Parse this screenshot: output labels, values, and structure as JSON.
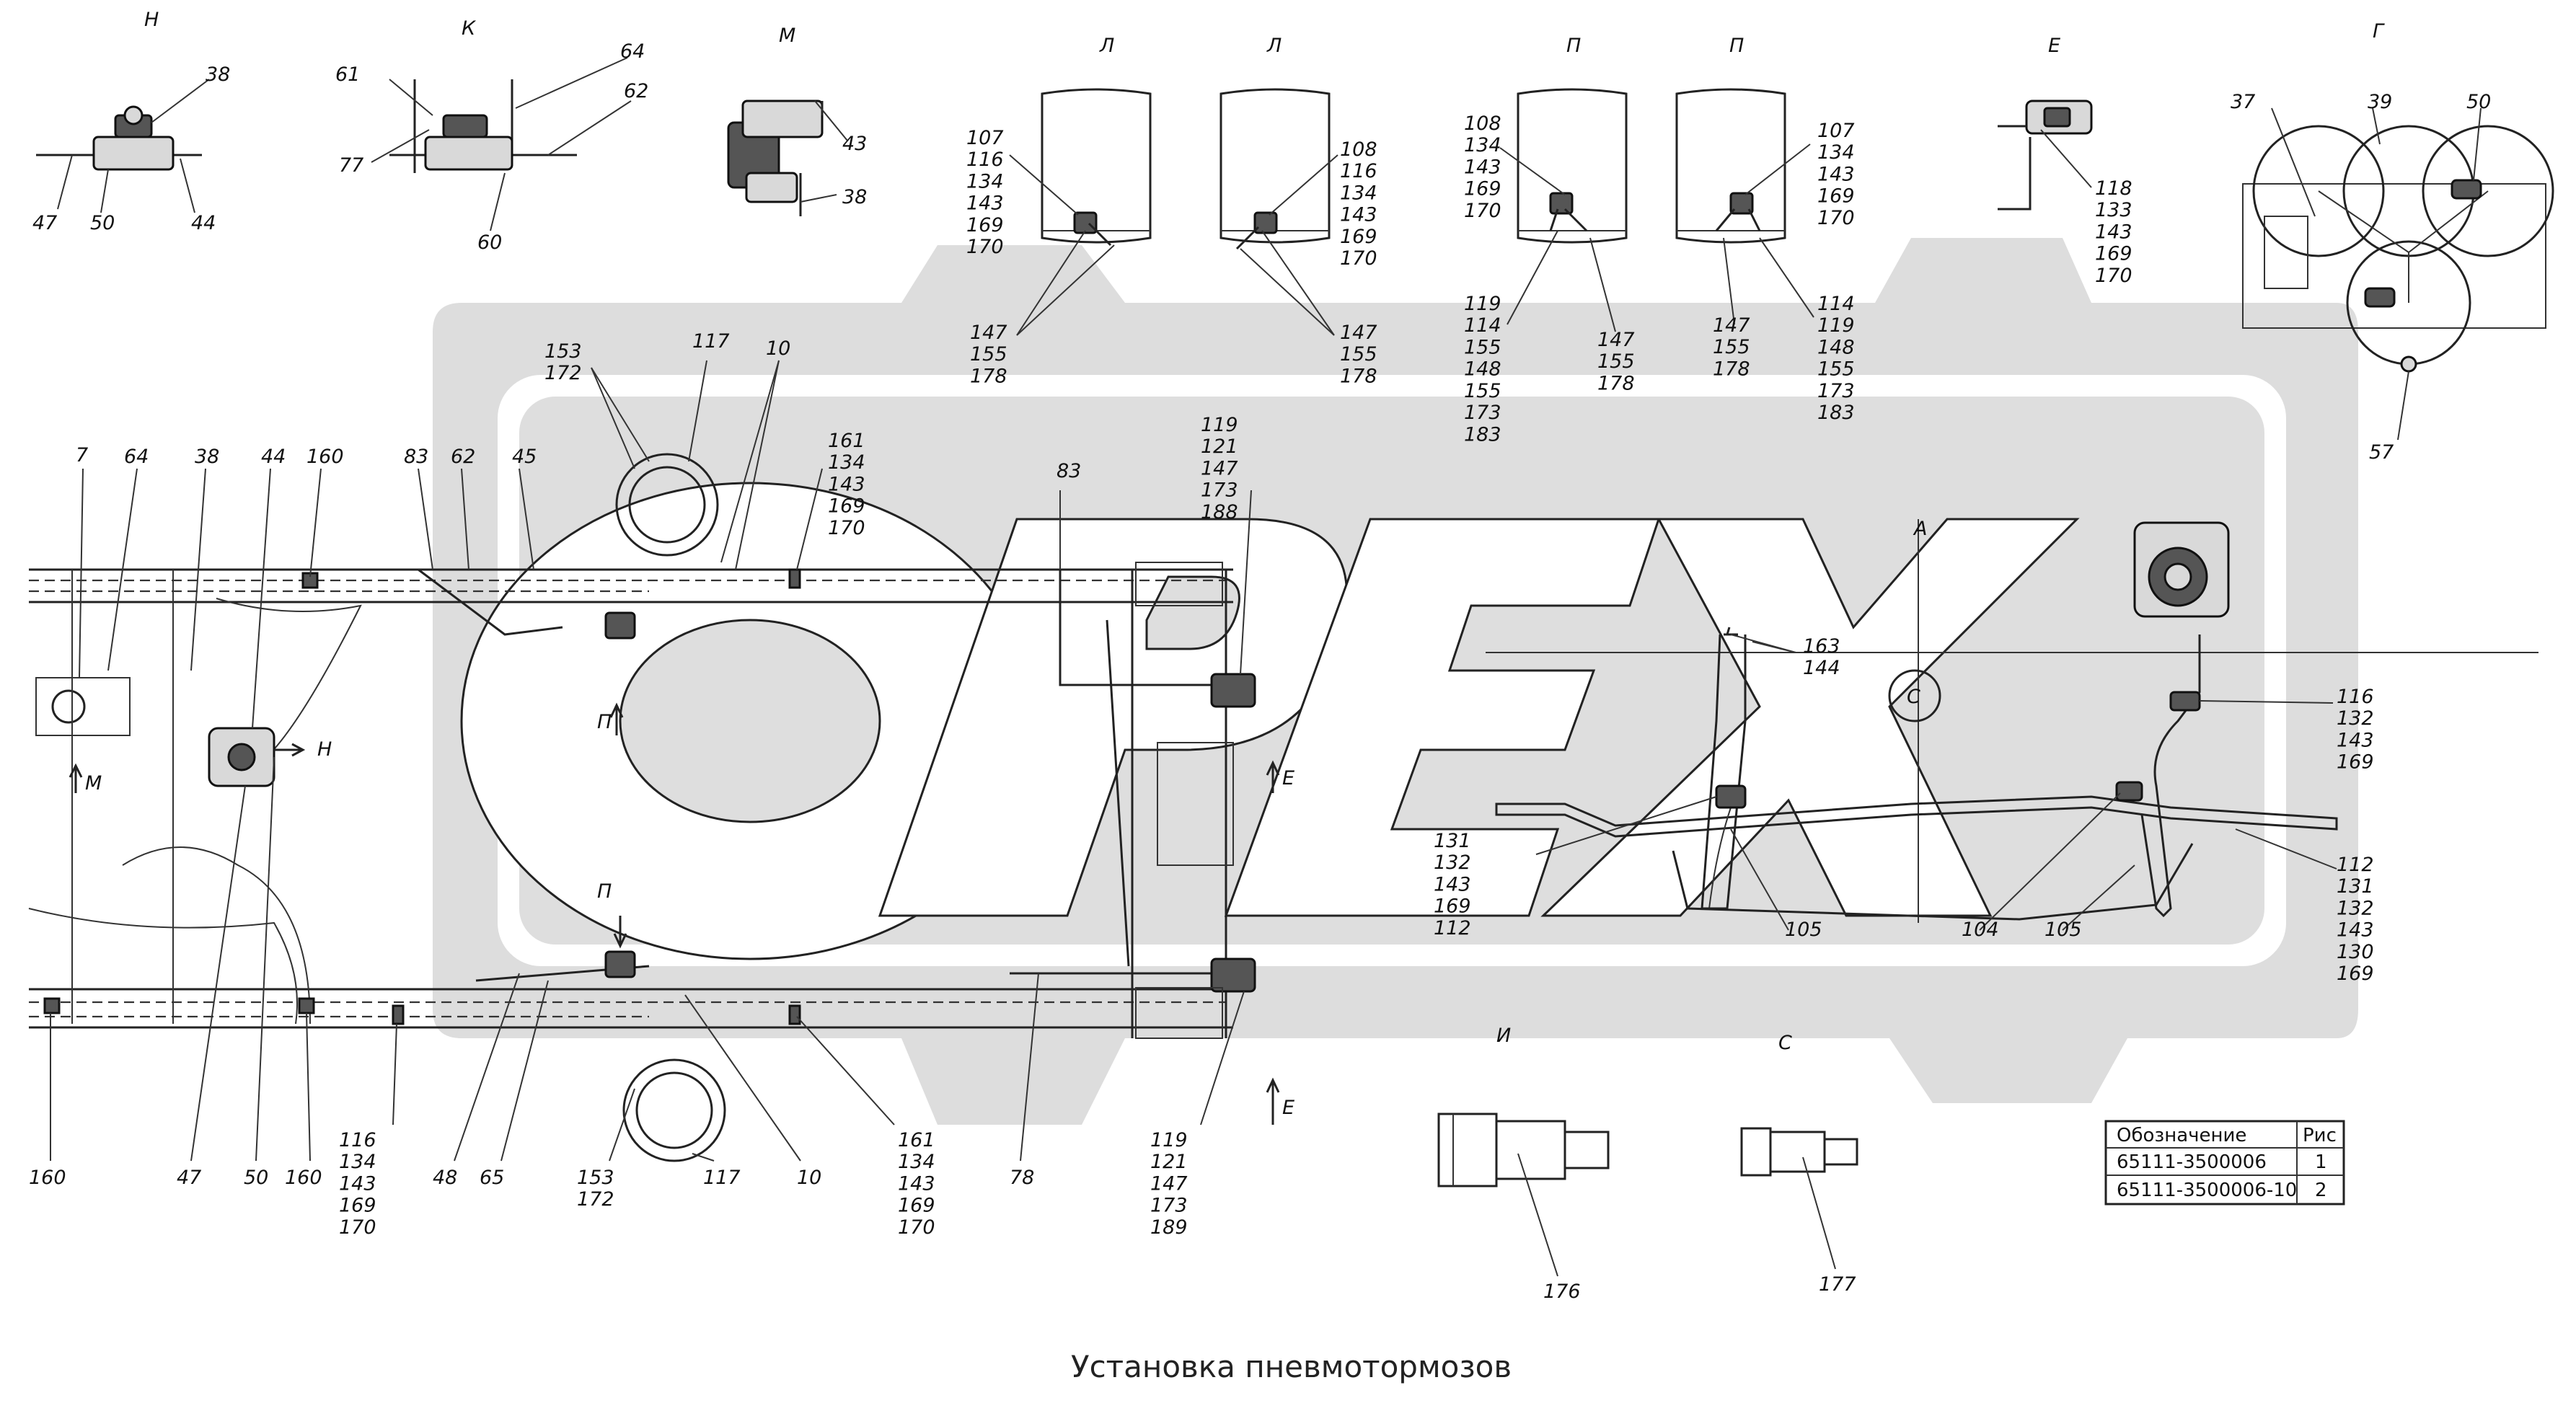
{
  "caption": "Установка пневмотормозов",
  "watermark": "OPEX",
  "colors": {
    "line": "#222222",
    "watermark": "#d9d9d9",
    "background": "#ffffff"
  },
  "views": {
    "H": {
      "title": "Н",
      "labels": [
        "38",
        "47",
        "50",
        "44"
      ]
    },
    "K": {
      "title": "К",
      "labels": [
        "64",
        "61",
        "62",
        "77",
        "60"
      ]
    },
    "M": {
      "title": "М",
      "labels": [
        "43",
        "38"
      ]
    },
    "L1": {
      "title": "Л",
      "labels": [
        "107\n116\n134\n143\n169\n170",
        "147\n155\n178"
      ]
    },
    "L2": {
      "title": "Л",
      "labels": [
        "108\n116\n134\n143\n169\n170",
        "147\n155\n178"
      ]
    },
    "P1": {
      "title": "П",
      "labels": [
        "108\n134\n143\n169\n170",
        "119\n114\n155\n148\n155\n173\n183",
        "147\n155\n178"
      ]
    },
    "P2": {
      "title": "П",
      "labels": [
        "107\n134\n143\n169\n170",
        "147\n155\n178",
        "114\n119\n148\n155\n173\n183"
      ]
    },
    "E": {
      "title": "Е",
      "labels": [
        "118\n133\n143\n169\n170"
      ]
    },
    "G": {
      "title": "Г",
      "labels": [
        "37",
        "39",
        "50",
        "57"
      ]
    },
    "I": {
      "title": "И",
      "labels": [
        "176"
      ]
    },
    "C": {
      "title": "С",
      "labels": [
        "177"
      ]
    }
  },
  "main_labels": {
    "top_left": [
      "7",
      "64",
      "38",
      "44",
      "160",
      "83",
      "62",
      "45"
    ],
    "top_mid": [
      "153\n172",
      "117",
      "10",
      "161\n134\n143\n169\n170",
      "83"
    ],
    "top_right": [
      "119\n121\n147\n173\n188"
    ],
    "bottom": [
      "160",
      "47",
      "50",
      "160",
      "116\n134\n143\n169\n170",
      "48",
      "65",
      "153\n172",
      "117",
      "10",
      "161\n134\n143\n169\n170",
      "78",
      "119\n121\n147\n173\n189"
    ],
    "arrows": [
      "Н",
      "М",
      "П",
      "П",
      "Е",
      "Е"
    ],
    "right_assembly": [
      "А",
      "С",
      "163\n144",
      "116\n132\n143\n169",
      "131\n132\n143\n169\n112",
      "105",
      "104",
      "105",
      "112\n131\n132\n143\n130\n169"
    ]
  },
  "table": {
    "headers": [
      "Обозначение",
      "Рис"
    ],
    "rows": [
      [
        "65111-3500006",
        "1"
      ],
      [
        "65111-3500006-10",
        "2"
      ]
    ]
  }
}
